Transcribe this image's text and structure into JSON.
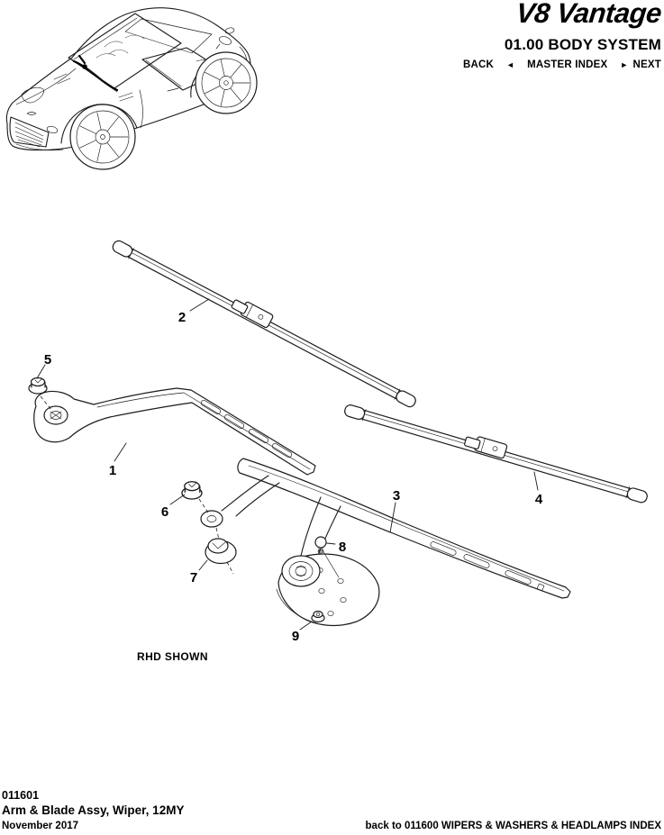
{
  "header": {
    "logo": "V8 Vantage",
    "section": "01.00 BODY SYSTEM",
    "nav": {
      "back": "BACK",
      "back_arrow": "◄",
      "master_index": "MASTER INDEX",
      "next_arrow": "►",
      "next": "NEXT"
    }
  },
  "diagram": {
    "note": "RHD SHOWN",
    "callouts": [
      {
        "label": "1"
      },
      {
        "label": "2"
      },
      {
        "label": "3"
      },
      {
        "label": "4"
      },
      {
        "label": "5"
      },
      {
        "label": "6"
      },
      {
        "label": "7"
      },
      {
        "label": "8"
      },
      {
        "label": "9"
      }
    ]
  },
  "footer": {
    "document_number": "011601",
    "document_title": "Arm & Blade Assy, Wiper, 12MY",
    "date": "November 2017",
    "back_link": "back to 011600 WIPERS & WASHERS & HEADLAMPS INDEX"
  },
  "colors": {
    "ink": "#000000",
    "background": "#ffffff"
  }
}
